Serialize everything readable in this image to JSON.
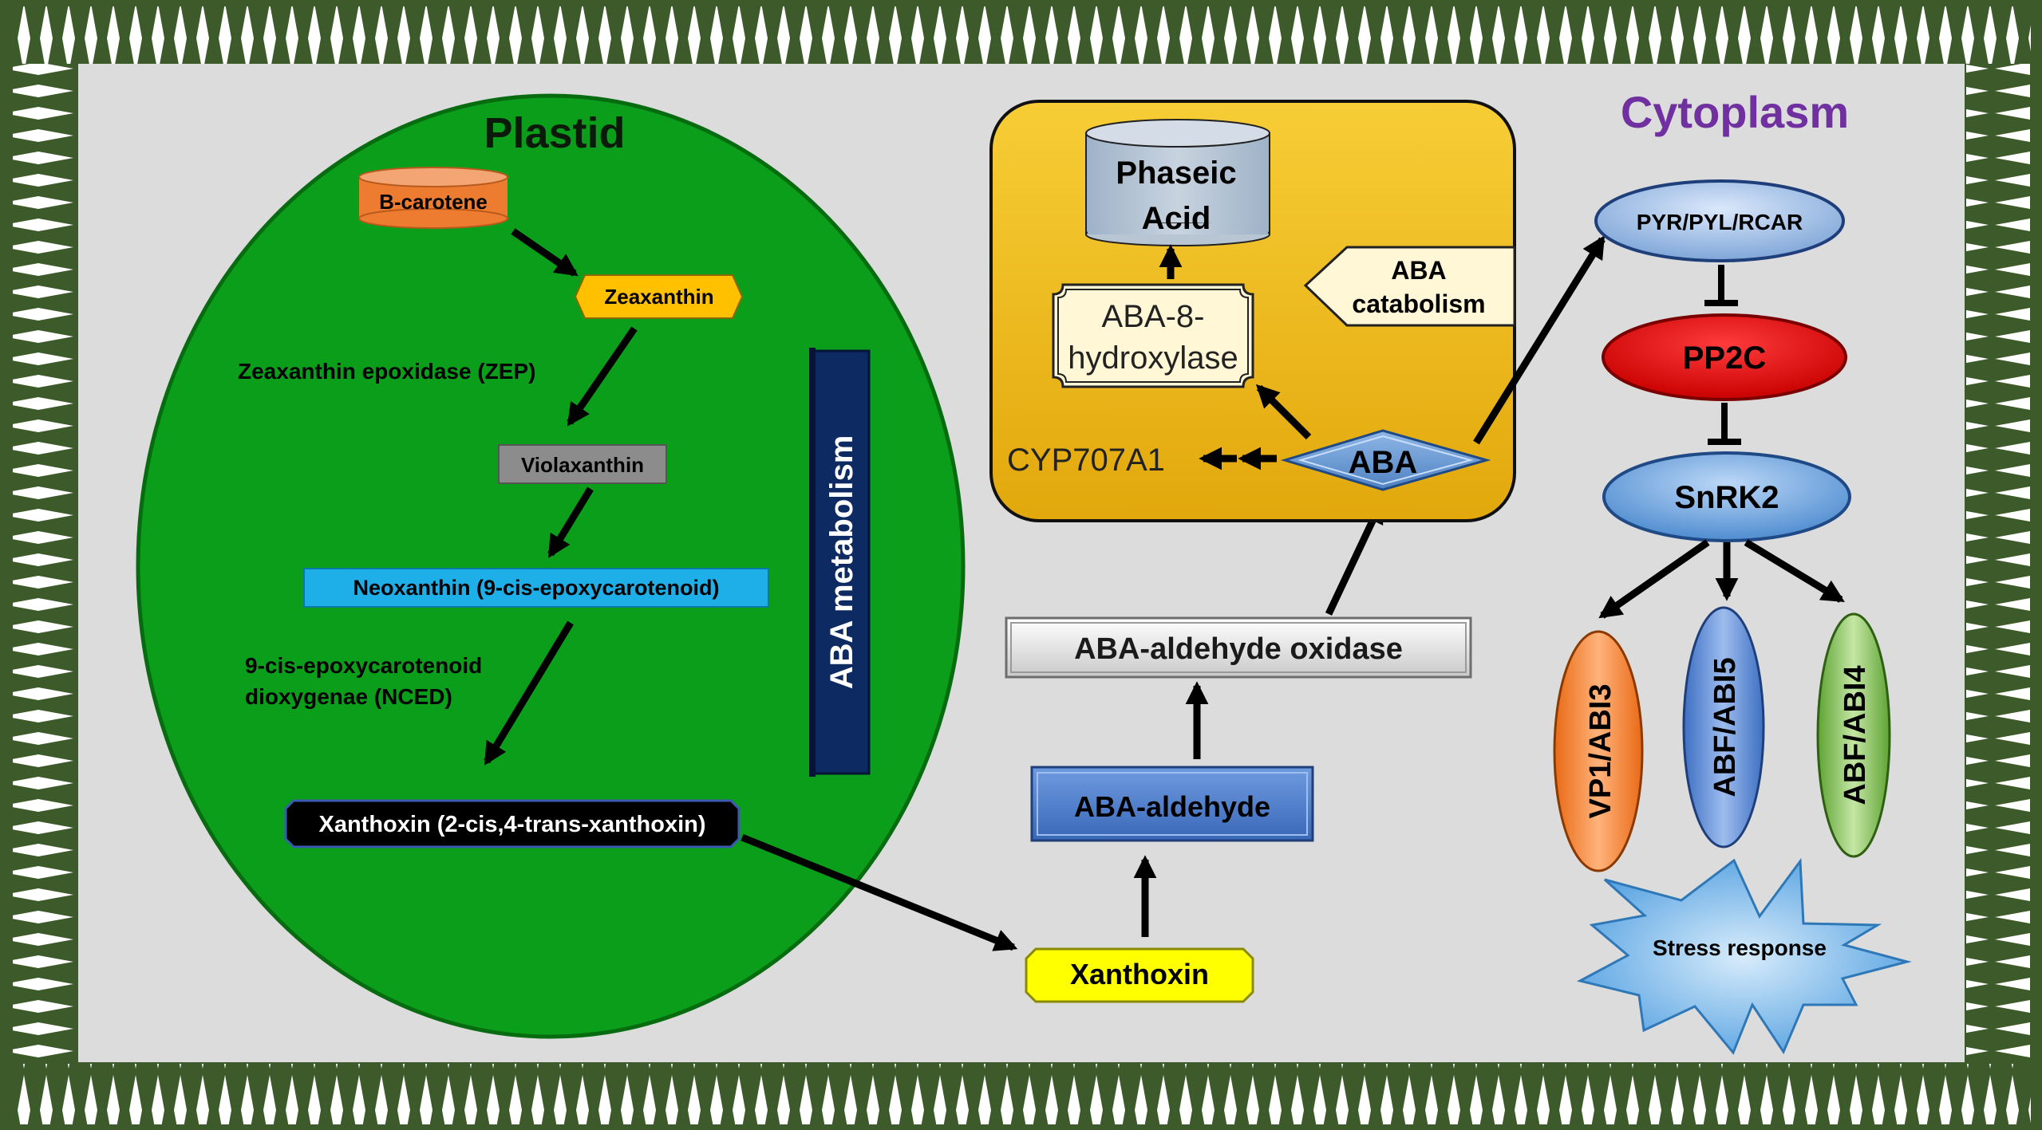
{
  "colors": {
    "border_green": "#3c5a2a",
    "background": "#dcdcdc",
    "plastid_green": "#0a9e1a",
    "gold": "#f0b818",
    "cytoplasm_title": "#7030a0"
  },
  "regions": {
    "plastid_title": "Plastid",
    "cytoplasm_title": "Cytoplasm",
    "aba_metabolism": "ABA metabolism"
  },
  "plastid_pathway": {
    "b_carotene": "B-carotene",
    "zeaxanthin": "Zeaxanthin",
    "zep_enzyme": "Zeaxanthin epoxidase (ZEP)",
    "violaxanthin": "Violaxanthin",
    "neoxanthin": "Neoxanthin (9-cis-epoxycarotenoid)",
    "nced_line1": "9-cis-epoxycarotenoid",
    "nced_line2": "dioxygenae (NCED)",
    "xanthoxin_full": "Xanthoxin (2-cis,4-trans-xanthoxin)"
  },
  "cytosol_pathway": {
    "xanthoxin": "Xanthoxin",
    "aba_aldehyde": "ABA-aldehyde",
    "aba_aldehyde_oxidase": "ABA-aldehyde oxidase"
  },
  "catabolism": {
    "phaseic_line1": "Phaseic",
    "phaseic_line2": "Acid",
    "hydroxylase_line1": "ABA-8-",
    "hydroxylase_line2": "hydroxylase",
    "aba_catabolism_line1": "ABA",
    "aba_catabolism_line2": "catabolism",
    "cyp": "CYP707A1",
    "aba": "ABA"
  },
  "signaling": {
    "receptor": "PYR/PYL/RCAR",
    "pp2c": "PP2C",
    "snrk2": "SnRK2",
    "vp1": "VP1/ABI3",
    "abf5": "ABF/ABI5",
    "abf4": "ABF/ABI4",
    "stress": "Stress response"
  }
}
